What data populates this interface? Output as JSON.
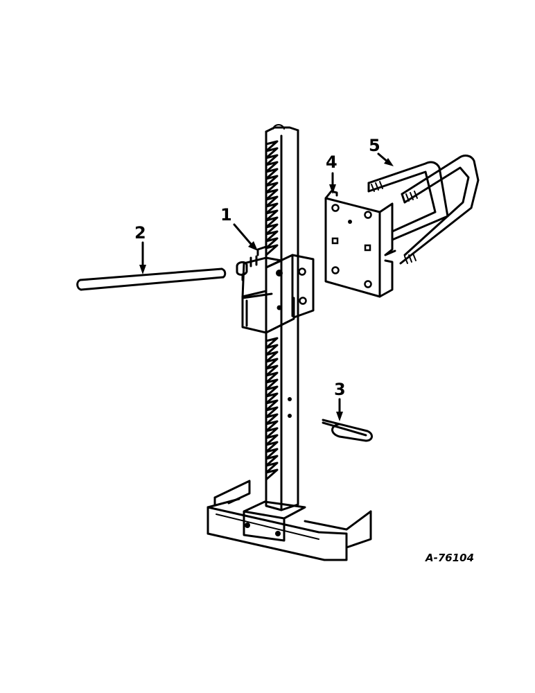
{
  "diagram": {
    "figure_ref": "A-76104",
    "callouts": [
      {
        "id": "1",
        "label": "1"
      },
      {
        "id": "2",
        "label": "2"
      },
      {
        "id": "3",
        "label": "3"
      },
      {
        "id": "4",
        "label": "4"
      },
      {
        "id": "5",
        "label": "5"
      }
    ]
  }
}
